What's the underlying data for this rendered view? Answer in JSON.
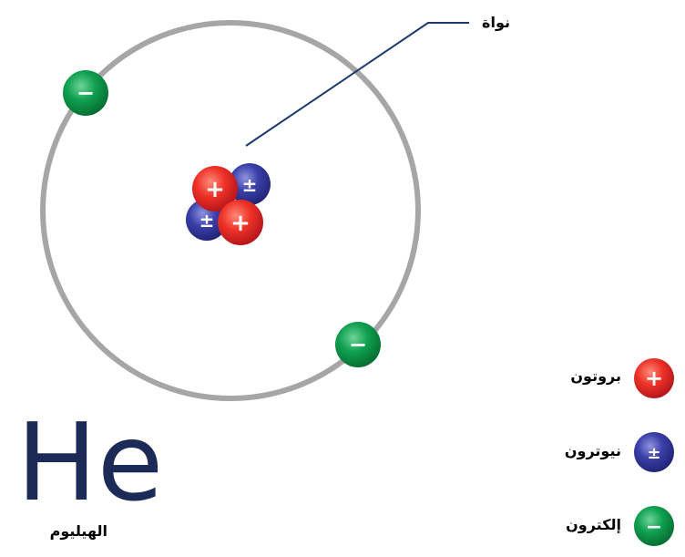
{
  "element": {
    "symbol": "He",
    "name": "الهيليوم"
  },
  "labels": {
    "nucleus": "نواة"
  },
  "legend": [
    {
      "label": "بروتون",
      "sign": "+",
      "color": "#e31e24"
    },
    {
      "label": "نيوترون",
      "sign": "±",
      "color": "#2e3192"
    },
    {
      "label": "إلكترون",
      "sign": "−",
      "color": "#009444"
    }
  ],
  "colors": {
    "proton": "#e31e24",
    "neutron": "#2e3192",
    "electron": "#009444",
    "orbit": "#a6a6a6",
    "pointer": "#1b3a6b",
    "symbol": "#1b2a57"
  },
  "signs": {
    "proton": "+",
    "neutron": "±",
    "electron": "−"
  }
}
